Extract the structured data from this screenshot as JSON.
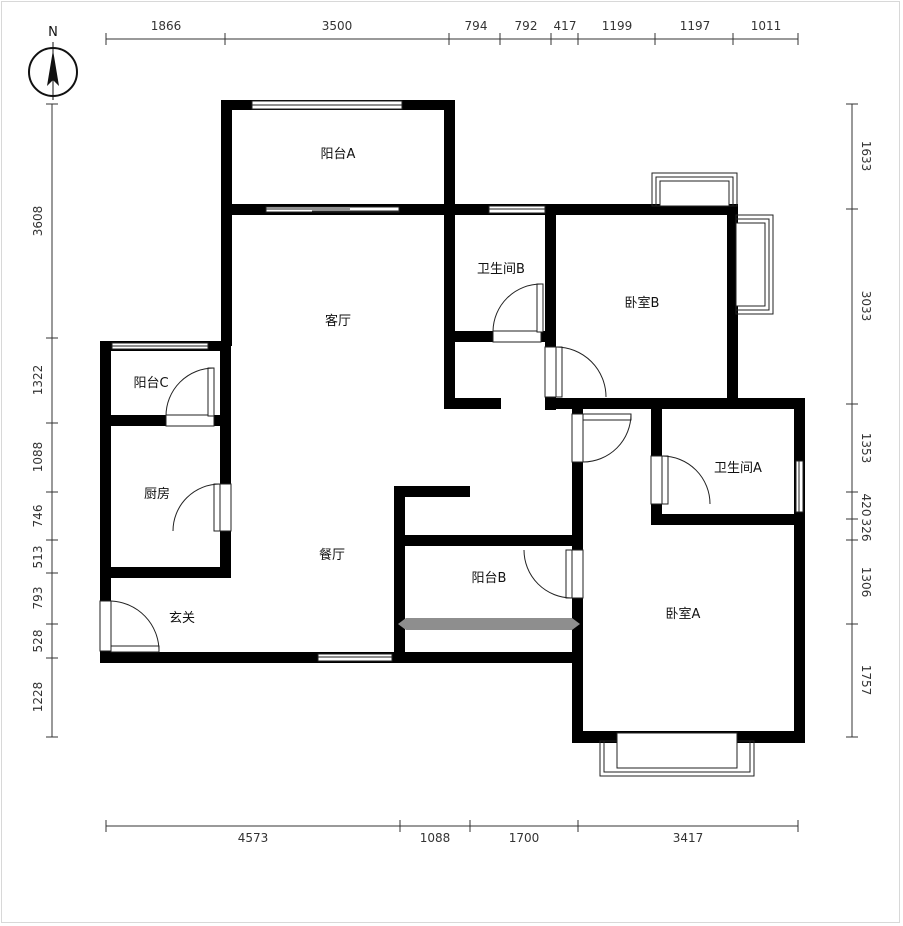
{
  "compass": {
    "label": "N"
  },
  "dims": {
    "top": [
      "1866",
      "3500",
      "794",
      "792",
      "417",
      "1199",
      "1197",
      "1011"
    ],
    "bottom": [
      "4573",
      "1088",
      "1700",
      "3417"
    ],
    "left": [
      "3608",
      "1322",
      "1088",
      "746",
      "513",
      "793",
      "528",
      "1228"
    ],
    "right": [
      "1633",
      "3033",
      "1353",
      "420",
      "326",
      "1306",
      "1757"
    ]
  },
  "rooms": {
    "balcony_a": "阳台A",
    "living": "客厅",
    "bath_b": "卫生间B",
    "bedroom_b": "卧室B",
    "balcony_c": "阳台C",
    "kitchen": "厨房",
    "dining": "餐厅",
    "entry": "玄关",
    "balcony_b": "阳台B",
    "bath_a": "卫生间A",
    "bedroom_a": "卧室A"
  }
}
